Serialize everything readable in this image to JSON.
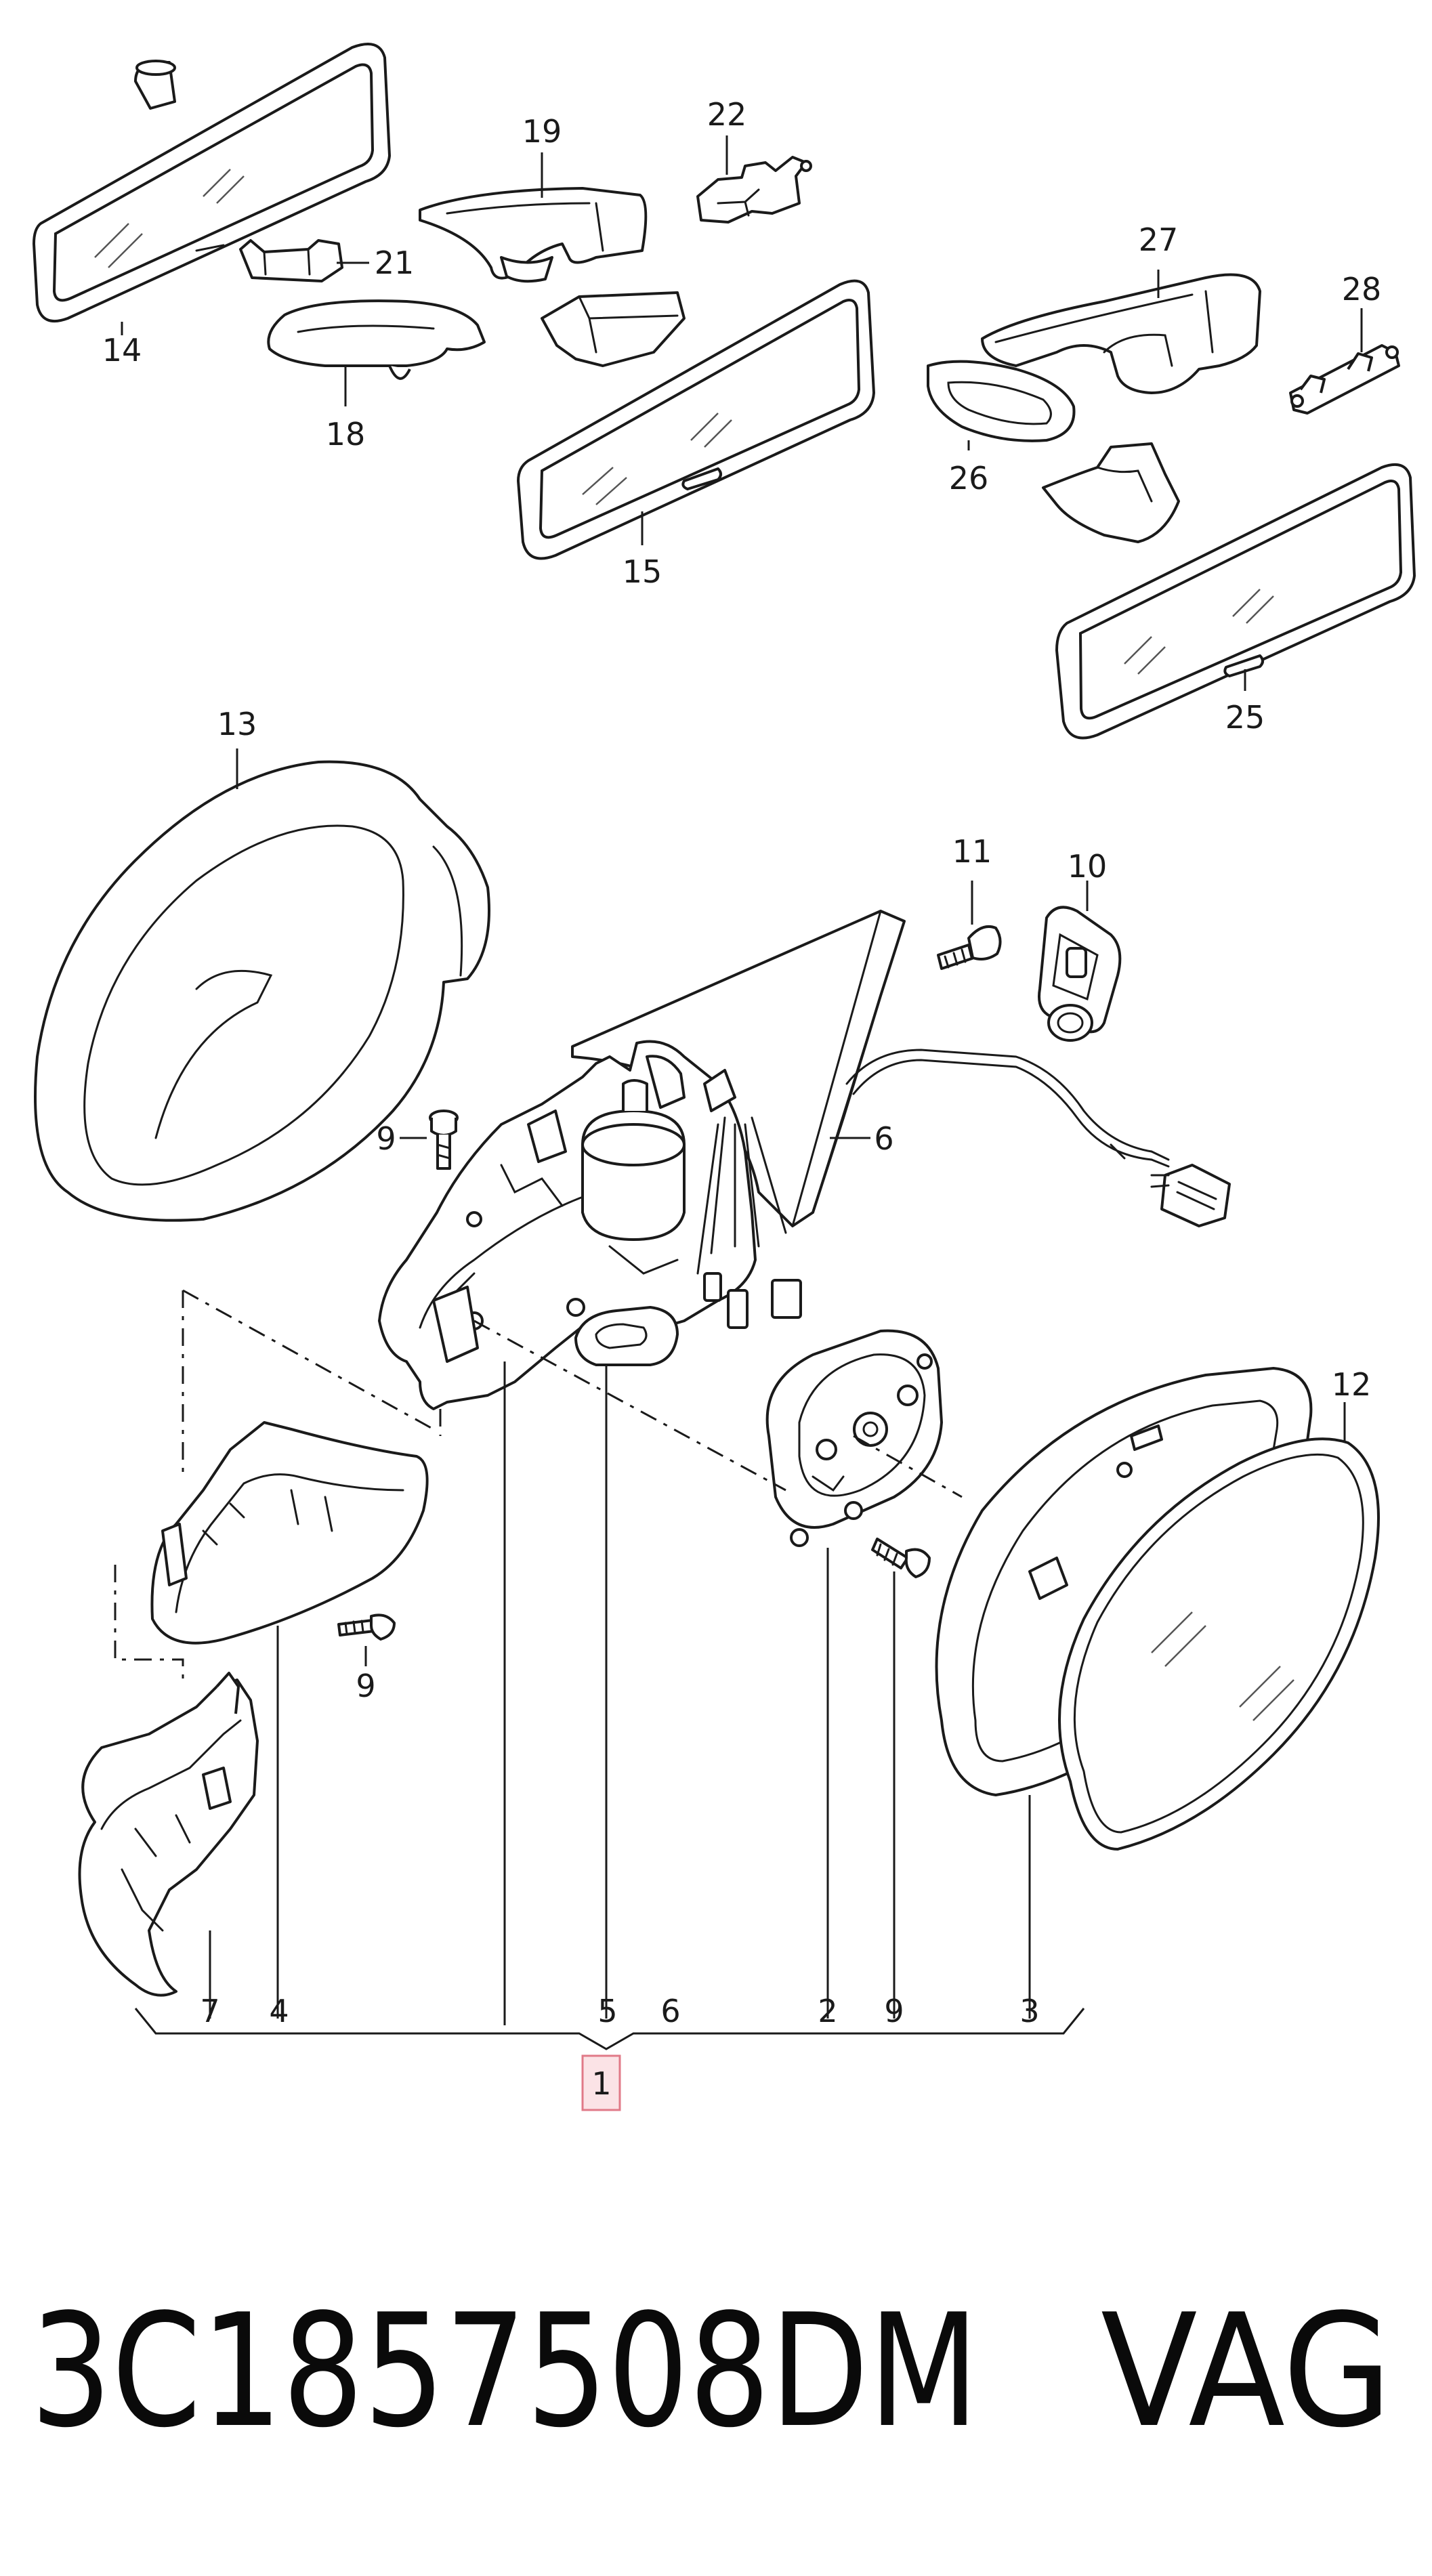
{
  "callouts": {
    "c1": "1",
    "c2": "2",
    "c3": "3",
    "c4": "4",
    "c5": "5",
    "c6_bottom": "6",
    "c6_side": "6",
    "c7": "7",
    "c9_bottom": "9",
    "c9_left": "9",
    "c9_top": "9",
    "c10": "10",
    "c11": "11",
    "c12": "12",
    "c13": "13",
    "c14": "14",
    "c15": "15",
    "c18": "18",
    "c19": "19",
    "c21": "21",
    "c22": "22",
    "c25": "25",
    "c26": "26",
    "c27": "27",
    "c28": "28"
  },
  "footer": {
    "part_number": "3C1857508DM",
    "brand": "VAG"
  },
  "colors": {
    "line": "#1a1a1a",
    "highlight_fill": "#fbe3e6",
    "highlight_stroke": "#e07a88"
  }
}
